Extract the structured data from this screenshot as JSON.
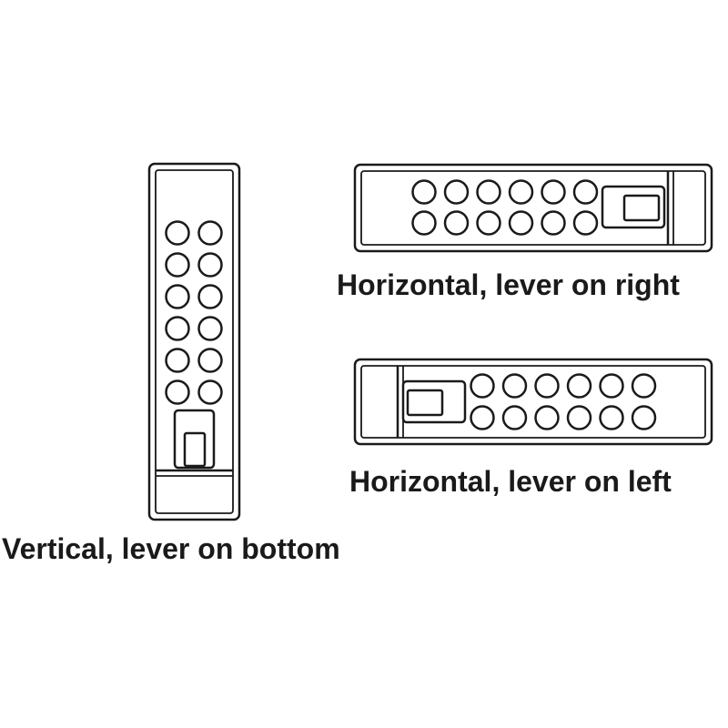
{
  "colors": {
    "stroke": "#1a1a1a",
    "background": "#ffffff"
  },
  "keypad": {
    "button_rows": 2,
    "buttons_per_row": 6
  },
  "labels": {
    "vertical": "Vertical, lever on bottom",
    "horizontal_right": "Horizontal, lever on right",
    "horizontal_left": "Horizontal, lever on left"
  }
}
